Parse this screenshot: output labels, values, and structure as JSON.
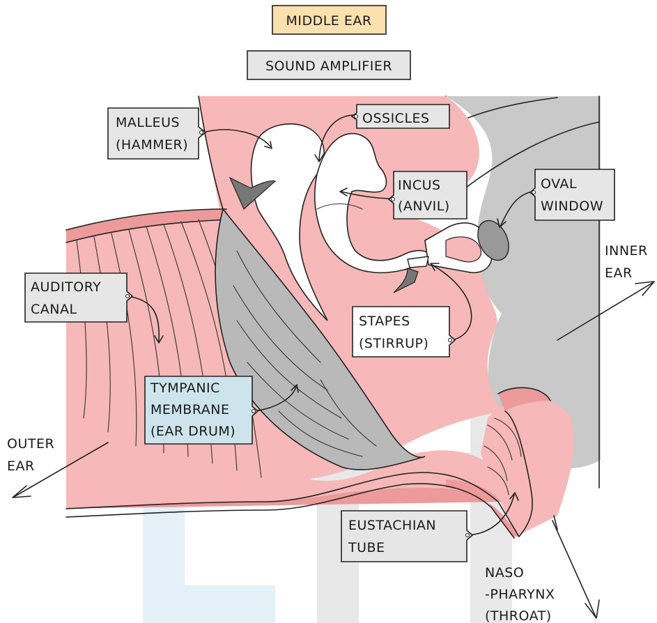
{
  "title": "MIDDLE EAR",
  "subtitle": "SOUND AMPLIFIER",
  "labels": {
    "malleus": [
      "MALLEUS",
      "(HAMMER)"
    ],
    "ossicles": [
      "OSSICLES"
    ],
    "incus": [
      "INCUS",
      "(ANVIL)"
    ],
    "oval_window": [
      "OVAL",
      "WINDOW"
    ],
    "inner_ear": [
      "INNER",
      "EAR"
    ],
    "auditory_canal": [
      "AUDITORY",
      "CANAL"
    ],
    "stapes": [
      "STAPES",
      "(STIRRUP)"
    ],
    "tympanic_membrane": [
      "TYMPANIC",
      "MEMBRANE",
      "(EAR DRUM)"
    ],
    "outer_ear": [
      "OUTER",
      "EAR"
    ],
    "eustachian_tube": [
      "EUSTACHIAN",
      "TUBE"
    ],
    "nasopharynx": [
      "NASO",
      "-PHARYNX",
      "(THROAT)"
    ]
  },
  "colors": {
    "tissue": "#f6b8b8",
    "tissue_dark": "#ec9a9a",
    "inner_ear": "#c9c9c9",
    "membrane": "#b9b9b9",
    "title_box": "#fbe0b0",
    "label_box": "#e6e6e6",
    "tympanic_box": "#cde4ec"
  }
}
